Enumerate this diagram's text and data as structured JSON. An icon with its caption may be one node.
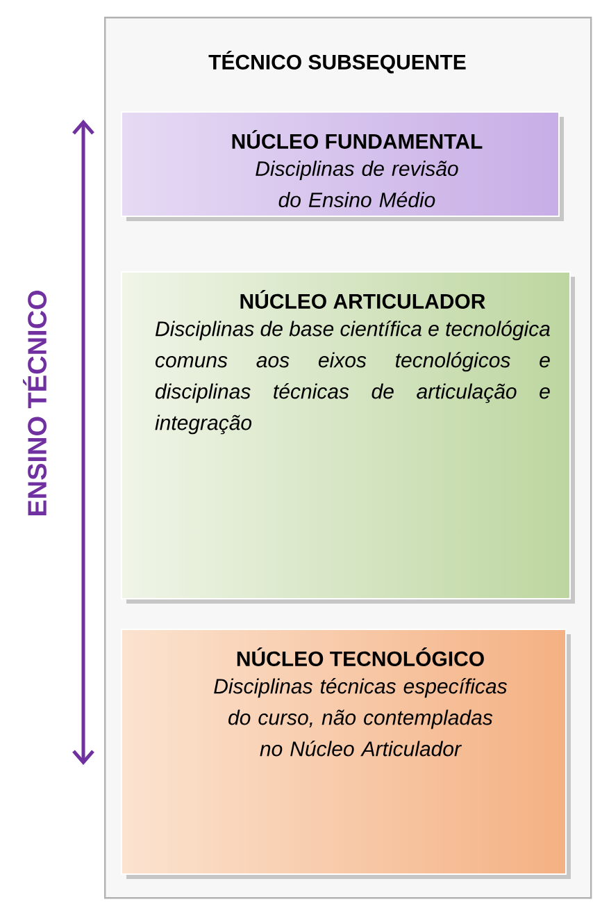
{
  "diagram": {
    "nodes": [
      {
        "text": [
          "TÉCNICO SUBSEQUENTE"
        ]
      },
      {
        "text": [
          "NÚCLEO FUNDAMENTAL",
          "Disciplinas de revisão do Ensino Médio"
        ],
        "in": 0
      },
      {
        "text": [
          "NÚCLEO ARTICULADOR",
          "Disciplinas de base científica e tecnológica comuns aos eixos tecnológicos e disciplinas técnicas de articulação e integração"
        ],
        "in": 0
      },
      {
        "text": [
          "NÚCLEO TECNOLÓGICO",
          "Disciplinas técnicas específicas do curso, não contempladas no Núcleo Articulador"
        ],
        "in": 0
      }
    ],
    "edges": [],
    "labels": [
      "ENSINO TÉCNICO"
    ]
  }
}
